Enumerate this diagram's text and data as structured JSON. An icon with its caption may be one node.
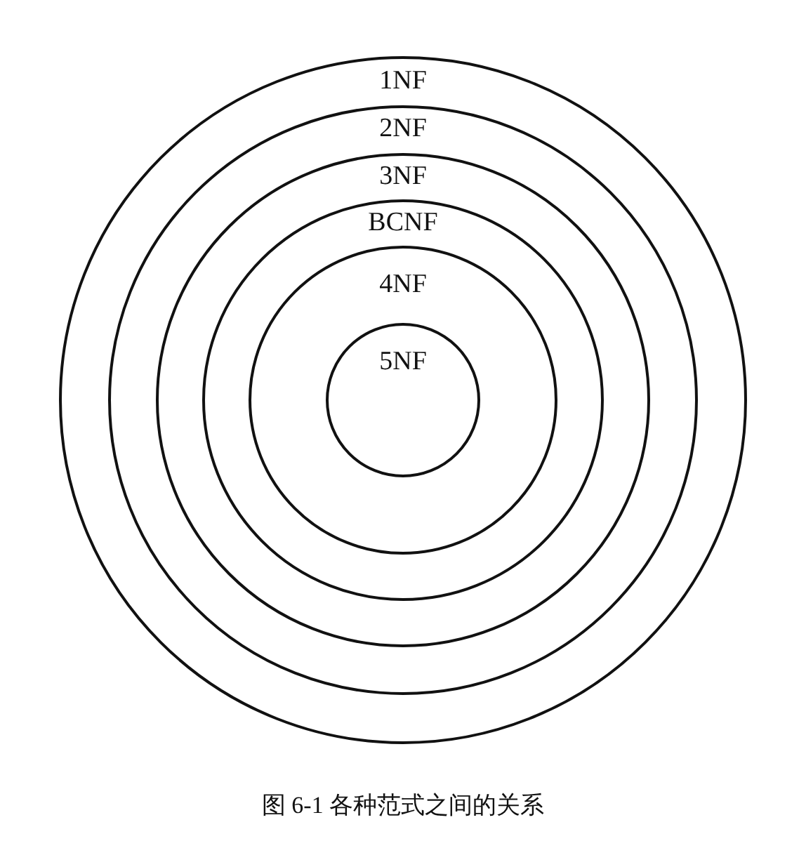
{
  "diagram": {
    "caption": "图 6-1 各种范式之间的关系",
    "nodes": [
      {
        "text": [
          "1NF"
        ]
      },
      {
        "text": [
          "2NF"
        ],
        "in": 0
      },
      {
        "text": [
          "3NF"
        ],
        "in": 1
      },
      {
        "text": [
          "BCNF"
        ],
        "in": 2
      },
      {
        "text": [
          "4NF"
        ],
        "in": 3
      },
      {
        "text": [
          "5NF"
        ],
        "in": 4
      }
    ],
    "edges": []
  }
}
